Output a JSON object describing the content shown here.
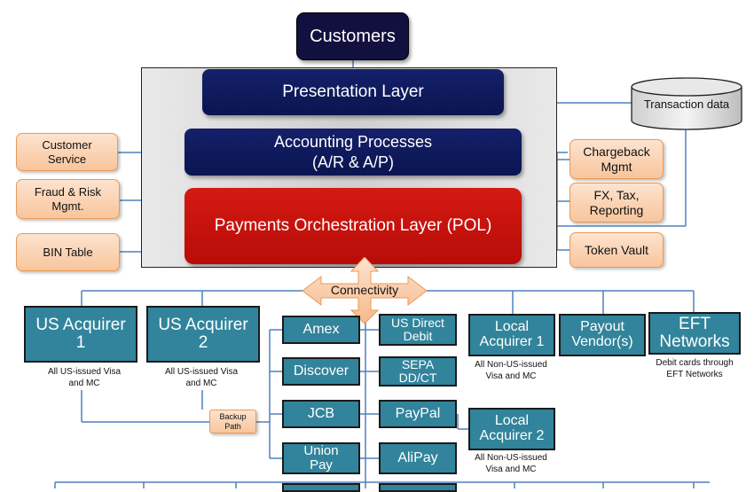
{
  "top": {
    "customers": "Customers"
  },
  "layers": {
    "presentation": "Presentation Layer",
    "accounting": "Accounting Processes\n(A/R & A/P)",
    "pol": "Payments Orchestration Layer (POL)"
  },
  "left_services": {
    "customer_service": "Customer\nService",
    "fraud_risk": "Fraud & Risk\nMgmt.",
    "bin_table": "BIN Table"
  },
  "right_services": {
    "transaction_data": "Transaction data",
    "chargeback": "Chargeback\nMgmt",
    "fx_tax": "FX, Tax,\nReporting",
    "token_vault": "Token Vault"
  },
  "connectivity": "Connectivity",
  "acquirers": {
    "us1": "US Acquirer\n1",
    "us1_note": "All US-issued Visa\nand MC",
    "us2": "US Acquirer\n2",
    "us2_note": "All US-issued Visa\nand MC",
    "backup": "Backup\nPath"
  },
  "networks": {
    "amex": "Amex",
    "discover": "Discover",
    "jcb": "JCB",
    "unionpay": "Union\nPay",
    "us_direct_debit": "US Direct\nDebit",
    "sepa": "SEPA\nDD/CT",
    "paypal": "PayPal",
    "alipay": "AliPay"
  },
  "right_blocks": {
    "local1": "Local\nAcquirer 1",
    "local1_note": "All  Non-US-issued\nVisa and MC",
    "local2": "Local\nAcquirer 2",
    "local2_note": "All  Non-US-issued\nVisa and MC",
    "payout": "Payout\nVendor(s)",
    "eft": "EFT\nNetworks",
    "eft_note": "Debit cards through\nEFT Networks"
  },
  "colors": {
    "navy": "#0b1550",
    "red": "#c8110c",
    "teal": "#31849b",
    "peach": "#f8c59c",
    "line": "#4f81bd"
  }
}
